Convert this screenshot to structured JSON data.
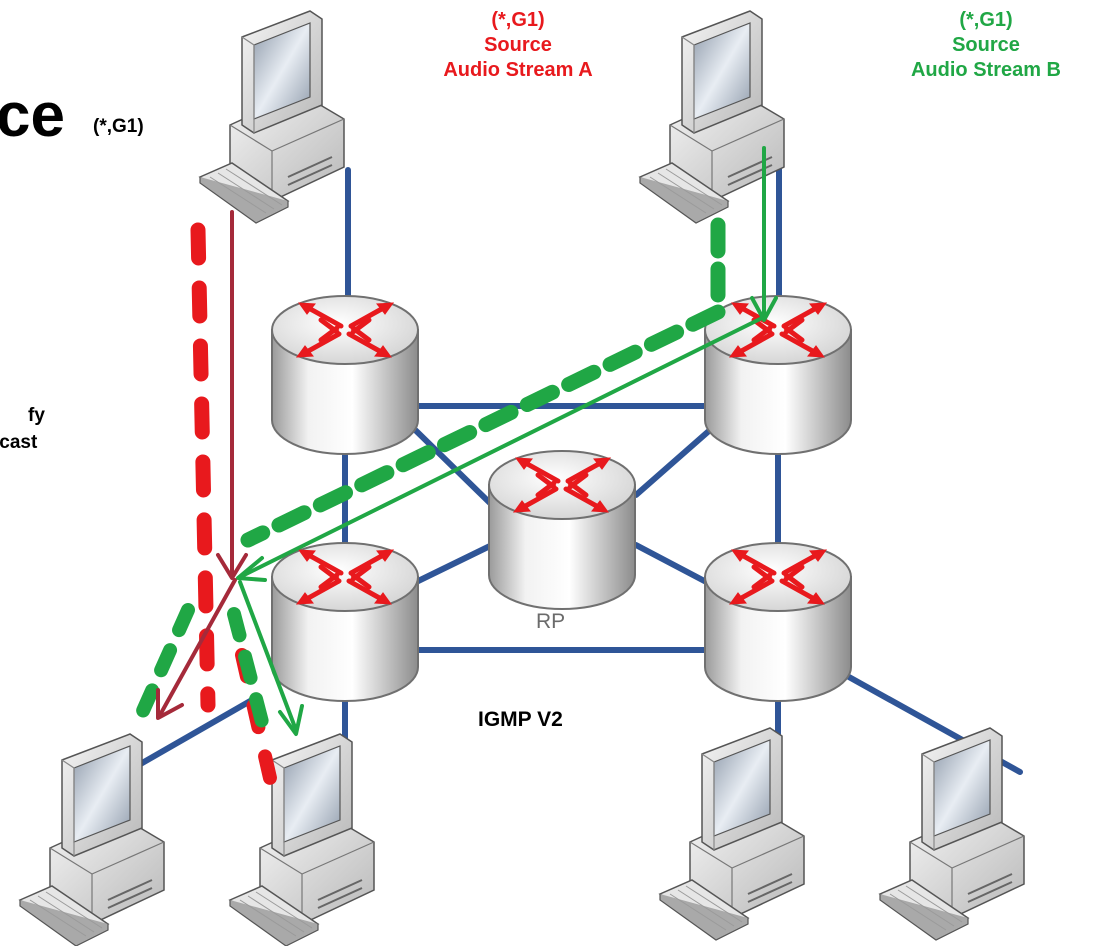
{
  "title": {
    "text": "ce",
    "tag": "(*,G1)"
  },
  "source_a": {
    "line1": "(*,G1)",
    "line2": "Source",
    "line3": "Audio Stream A",
    "color": "#e8191d"
  },
  "source_b": {
    "line1": "(*,G1)",
    "line2": "Source",
    "line3": "Audio Stream B",
    "color": "#20a745"
  },
  "side_text": {
    "line1": "fy",
    "line2": "icast"
  },
  "rp_label": "RP",
  "igmp_label": "IGMP V2",
  "colors": {
    "link": "#2f5597",
    "router_arrow": "#e8191d",
    "stream_a": "#e8191d",
    "stream_a_line": "#a52a3a",
    "stream_b": "#20a745"
  },
  "icons": [
    "desktop-computer-icon",
    "router-icon"
  ]
}
